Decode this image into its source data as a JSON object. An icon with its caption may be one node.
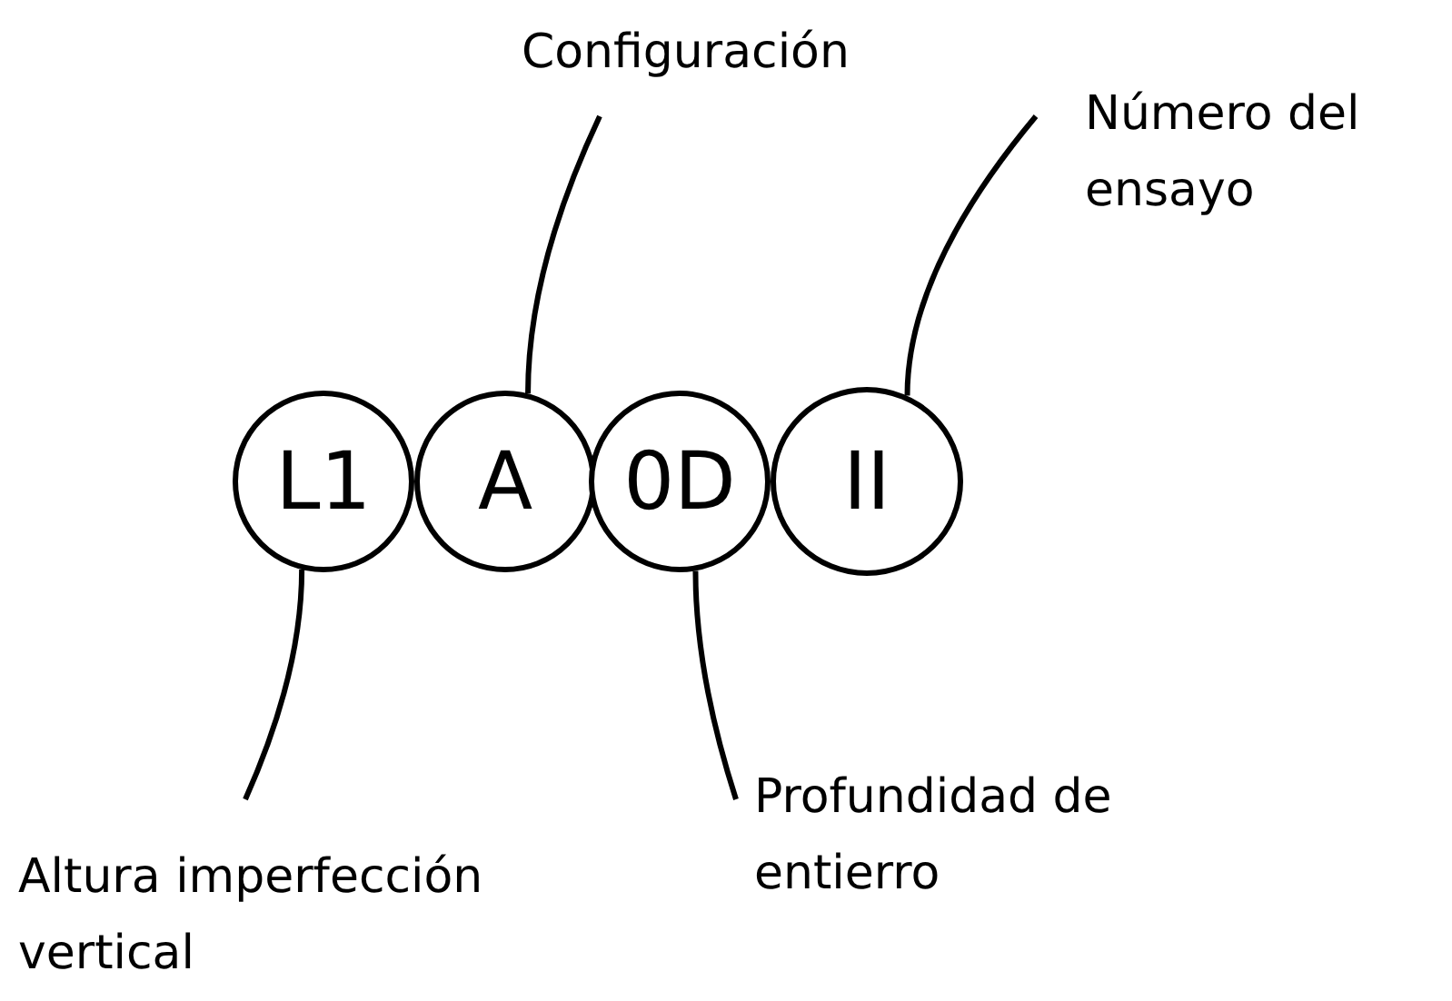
{
  "diagram": {
    "nodes": [
      {
        "text": [
          "L1"
        ]
      },
      {
        "text": [
          "A"
        ]
      },
      {
        "text": [
          "0D"
        ]
      },
      {
        "text": [
          "II"
        ]
      },
      {
        "text": [
          "Configuración"
        ]
      },
      {
        "text": [
          "Número del ensayo"
        ]
      },
      {
        "text": [
          "Altura imperfección vertical"
        ]
      },
      {
        "text": [
          "Profundidad de entierro"
        ]
      }
    ],
    "edges": [
      {
        "from": 4,
        "to": 1,
        "arrow": "none"
      },
      {
        "from": 5,
        "to": 3,
        "arrow": "none"
      },
      {
        "from": 6,
        "to": 0,
        "arrow": "none"
      },
      {
        "from": 7,
        "to": 2,
        "arrow": "none"
      }
    ]
  }
}
